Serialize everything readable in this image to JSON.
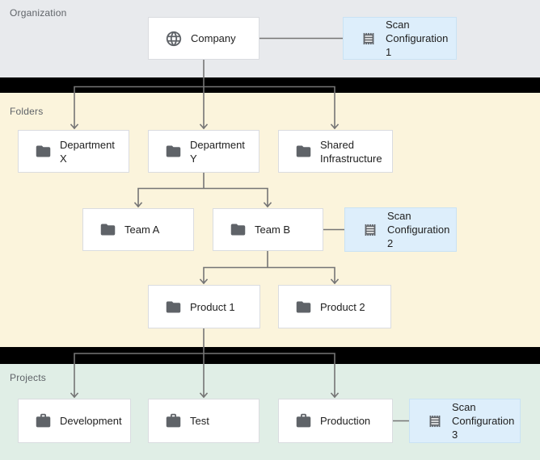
{
  "sections": {
    "organization": {
      "label": "Organization"
    },
    "folders": {
      "label": "Folders"
    },
    "projects": {
      "label": "Projects"
    }
  },
  "nodes": {
    "company": {
      "label": "Company",
      "icon": "globe-icon"
    },
    "scan_config_1": {
      "label": "Scan Configuration 1",
      "icon": "scan-config-icon"
    },
    "department_x": {
      "label": "Department X",
      "icon": "folder-icon"
    },
    "department_y": {
      "label": "Department Y",
      "icon": "folder-icon"
    },
    "shared_infrastructure": {
      "label": "Shared Infrastructure",
      "icon": "folder-icon"
    },
    "team_a": {
      "label": "Team A",
      "icon": "folder-icon"
    },
    "team_b": {
      "label": "Team B",
      "icon": "folder-icon"
    },
    "scan_config_2": {
      "label": "Scan Configuration 2",
      "icon": "scan-config-icon"
    },
    "product_1": {
      "label": "Product 1",
      "icon": "folder-icon"
    },
    "product_2": {
      "label": "Product 2",
      "icon": "folder-icon"
    },
    "development": {
      "label": "Development",
      "icon": "briefcase-icon"
    },
    "test": {
      "label": "Test",
      "icon": "briefcase-icon"
    },
    "production": {
      "label": "Production",
      "icon": "briefcase-icon"
    },
    "scan_config_3": {
      "label": "Scan Configuration 3",
      "icon": "scan-config-icon"
    }
  },
  "edges": [
    {
      "from": "company",
      "to": "department_x",
      "arrow": true
    },
    {
      "from": "company",
      "to": "department_y",
      "arrow": true
    },
    {
      "from": "company",
      "to": "shared_infrastructure",
      "arrow": true
    },
    {
      "from": "department_y",
      "to": "team_a",
      "arrow": true
    },
    {
      "from": "department_y",
      "to": "team_b",
      "arrow": true
    },
    {
      "from": "team_b",
      "to": "product_1",
      "arrow": true
    },
    {
      "from": "team_b",
      "to": "product_2",
      "arrow": true
    },
    {
      "from": "product_1",
      "to": "development",
      "arrow": true
    },
    {
      "from": "product_1",
      "to": "test",
      "arrow": true
    },
    {
      "from": "product_1",
      "to": "production",
      "arrow": true
    },
    {
      "from": "company",
      "to": "scan_config_1",
      "arrow": false
    },
    {
      "from": "team_b",
      "to": "scan_config_2",
      "arrow": false
    },
    {
      "from": "production",
      "to": "scan_config_3",
      "arrow": false
    }
  ],
  "palette": {
    "section-org-bg": "#e8eaed",
    "section-folders-bg": "#fbf4dc",
    "section-projects-bg": "#e0eee6",
    "band-bg": "#000000",
    "node-bg": "#ffffff",
    "node-border": "#dadce0",
    "scan-bg": "#ddeefb",
    "scan-border": "#c9e2f4",
    "line-color": "#757575",
    "icon-color": "#5f6368",
    "label-color": "#5f6368",
    "node-text": "#212121"
  }
}
